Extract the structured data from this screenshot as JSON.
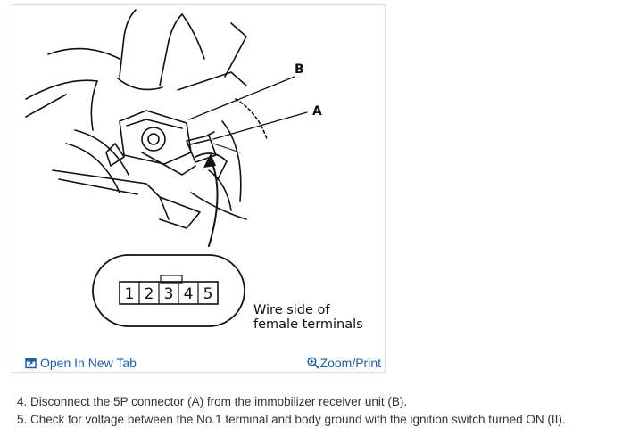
{
  "figure": {
    "callouts": {
      "b": "B",
      "a": "A"
    },
    "terminals": [
      "1",
      "2",
      "3",
      "4",
      "5"
    ],
    "caption": [
      "Wire side of",
      "female terminals"
    ]
  },
  "toolbar": {
    "open_tab_label": "Open In New Tab",
    "zoom_print_label": "Zoom/Print",
    "open_tab_icon": "open-in-new-tab-icon",
    "zoom_icon": "zoom-in-icon",
    "link_color": "#1f5fa8"
  },
  "instructions": [
    "4. Disconnect the 5P connector (A) from the immobilizer receiver unit (B).",
    "5. Check for voltage between the No.1 terminal and body ground with the ignition switch turned ON (II)."
  ]
}
